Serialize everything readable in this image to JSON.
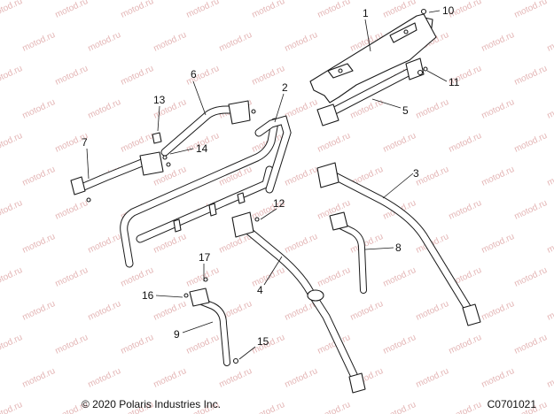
{
  "watermark_text": "motod.ru",
  "callouts": {
    "c1": "1",
    "c2": "2",
    "c3": "3",
    "c4": "4",
    "c5": "5",
    "c6": "6",
    "c7": "7",
    "c8": "8",
    "c9": "9",
    "c10": "10",
    "c11": "11",
    "c12": "12",
    "c13": "13",
    "c14": "14",
    "c15": "15",
    "c16": "16",
    "c17": "17"
  },
  "footer": {
    "copyright": "© 2020 Polaris Industries Inc.",
    "diagram_code": "C0701021"
  }
}
